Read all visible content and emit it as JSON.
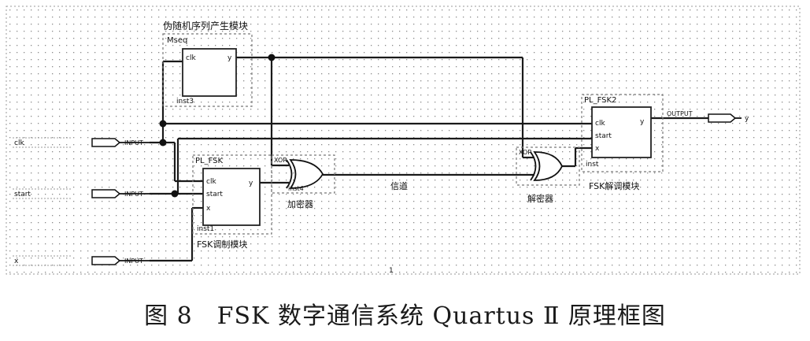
{
  "diagram": {
    "blocks": {
      "prng": {
        "title": "伪随机序列产生模块",
        "entity": "Mseq",
        "port_in": "clk",
        "port_out": "y",
        "inst": "inst3"
      },
      "mod": {
        "title": "FSK调制模块",
        "entity": "PL_FSK",
        "ports_in": [
          "clk",
          "start",
          "x"
        ],
        "port_out": "y",
        "inst": "inst1"
      },
      "enc": {
        "label": "加密器",
        "entity": "XOR",
        "inst": "inst4"
      },
      "dec": {
        "label": "解密器",
        "entity": "XOR"
      },
      "demod": {
        "title": "FSK解调模块",
        "entity": "PL_FSK2",
        "ports_in": [
          "clk",
          "start",
          "x"
        ],
        "port_out": "y",
        "inst": "inst"
      }
    },
    "pins": {
      "clk": {
        "name": "clk",
        "signal": "INPUT"
      },
      "start": {
        "name": "start",
        "signal": "INPUT"
      },
      "x": {
        "name": "x",
        "signal": "INPUT"
      },
      "out": {
        "name": "y",
        "signal": "OUTPUT"
      }
    },
    "channel_label": "信道",
    "stray_mark": "1"
  },
  "caption": "图 8　FSK 数字通信系统 Quartus Ⅱ 原理框图"
}
